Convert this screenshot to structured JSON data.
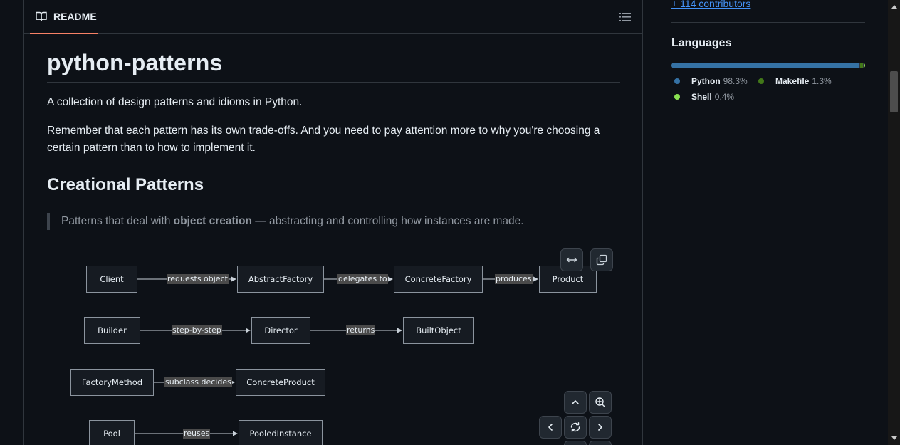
{
  "readme": {
    "tab_label": "README",
    "title": "python-patterns",
    "intro": "A collection of design patterns and idioms in Python.",
    "advice": "Remember that each pattern has its own trade-offs. And you need to pay attention more to why you're choosing a certain pattern than to how to implement it.",
    "section_title": "Creational Patterns",
    "quote_prefix": "Patterns that deal with ",
    "quote_bold": "object creation",
    "quote_suffix": " — abstracting and controlling how instances are made."
  },
  "diagram": {
    "nodes": {
      "client": "Client",
      "abstract_factory": "AbstractFactory",
      "concrete_factory": "ConcreteFactory",
      "product": "Product",
      "builder": "Builder",
      "director": "Director",
      "built_object": "BuiltObject",
      "factory_method": "FactoryMethod",
      "concrete_product": "ConcreteProduct",
      "pool": "Pool",
      "pooled_instance": "PooledInstance"
    },
    "edges": {
      "requests_object": "requests object",
      "delegates_to": "delegates to",
      "produces": "produces",
      "step_by_step": "step-by-step",
      "returns": "returns",
      "subclass_decides": "subclass decides",
      "reuses": "reuses"
    },
    "icons": [
      "expand-icon",
      "copy-icon",
      "pan-up-icon",
      "zoom-in-icon",
      "pan-left-icon",
      "reset-icon",
      "pan-right-icon"
    ]
  },
  "sidebar": {
    "contributors_link": "+ 114 contributors",
    "languages_heading": "Languages",
    "languages": [
      {
        "name": "Python",
        "percent": "98.3%",
        "value": 98.3,
        "color": "#3572A5"
      },
      {
        "name": "Makefile",
        "percent": "1.3%",
        "value": 1.3,
        "color": "#427819"
      },
      {
        "name": "Shell",
        "percent": "0.4%",
        "value": 0.4,
        "color": "#89e051"
      }
    ]
  }
}
